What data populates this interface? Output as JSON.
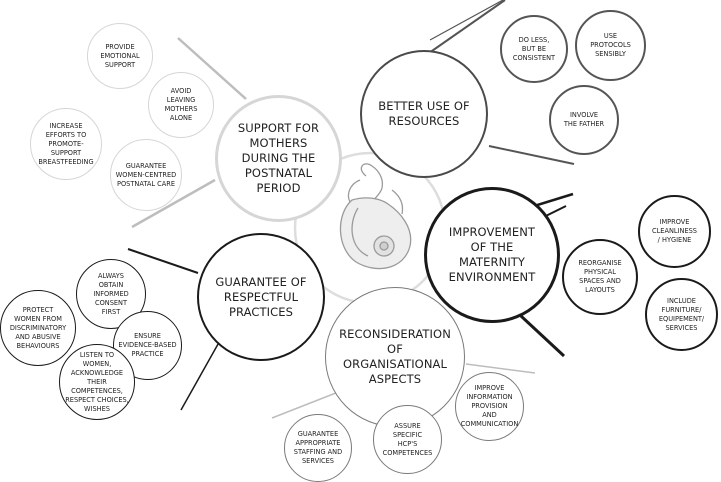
{
  "colors": {
    "dark_stroke": "#1a1a1a",
    "medium_stroke": "#555555",
    "light_stroke": "#bdbdbd",
    "very_light_stroke": "#d6d6d6",
    "text": "#222222"
  },
  "center_icon": "mother-and-baby-icon",
  "themes": {
    "resources": {
      "label": "BETTER USE OF\nRESOURCES",
      "items": [
        "DO LESS,\nBUT BE\nCONSISTENT",
        "USE\nPROTOCOLS\nSENSIBLY",
        "INVOLVE\nTHE FATHER"
      ]
    },
    "support": {
      "label": "SUPPORT FOR\nMOTHERS\nDURING THE\nPOSTNATAL\nPERIOD",
      "items": [
        "PROVIDE\nEMOTIONAL\nSUPPORT",
        "AVOID\nLEAVING\nMOTHERS\nALONE",
        "INCREASE\nEFFORTS TO\nPROMOTE-\nSUPPORT\nBREASTFEEDING",
        "GUARANTEE\nWOMEN-CENTRED\nPOSTNATAL CARE"
      ]
    },
    "environment": {
      "label": "IMPROVEMENT\nOF THE\nMATERNITY\nENVIRONMENT",
      "items": [
        "IMPROVE\nCLEANLINESS\n/ HYGIENE",
        "REORGANISE\nPHYSICAL\nSPACES AND\nLAYOUTS",
        "INCLUDE\nFURNITURE/\nEQUIPEMENT/\nSERVICES"
      ]
    },
    "respectful": {
      "label": "GUARANTEE  OF\nRESPECTFUL\nPRACTICES",
      "items": [
        "ALWAYS\nOBTAIN\nINFORMED\nCONSENT\nFIRST",
        "PROTECT\nWOMEN FROM\nDISCRIMINATORY\nAND ABUSIVE\nBEHAVIOURS",
        "ENSURE\nEVIDENCE-BASED\nPRACTICE",
        "LISTEN TO\nWOMEN,\nACKNOWLEDGE\nTHEIR\nCOMPETENCES,\nRESPECT CHOICES,\nWISHES"
      ]
    },
    "organisational": {
      "label": "RECONSIDERATION\nOF\nORGANISATIONAL\nASPECTS",
      "items": [
        "IMPROVE\nINFORMATION\nPROVISION\nAND\nCOMMUNICATION",
        "GUARANTEE\nAPPROPRIATE\nSTAFFING AND\nSERVICES",
        "ASSURE\nSPECIFIC\nHCP's\nCOMPETENCES"
      ]
    }
  }
}
